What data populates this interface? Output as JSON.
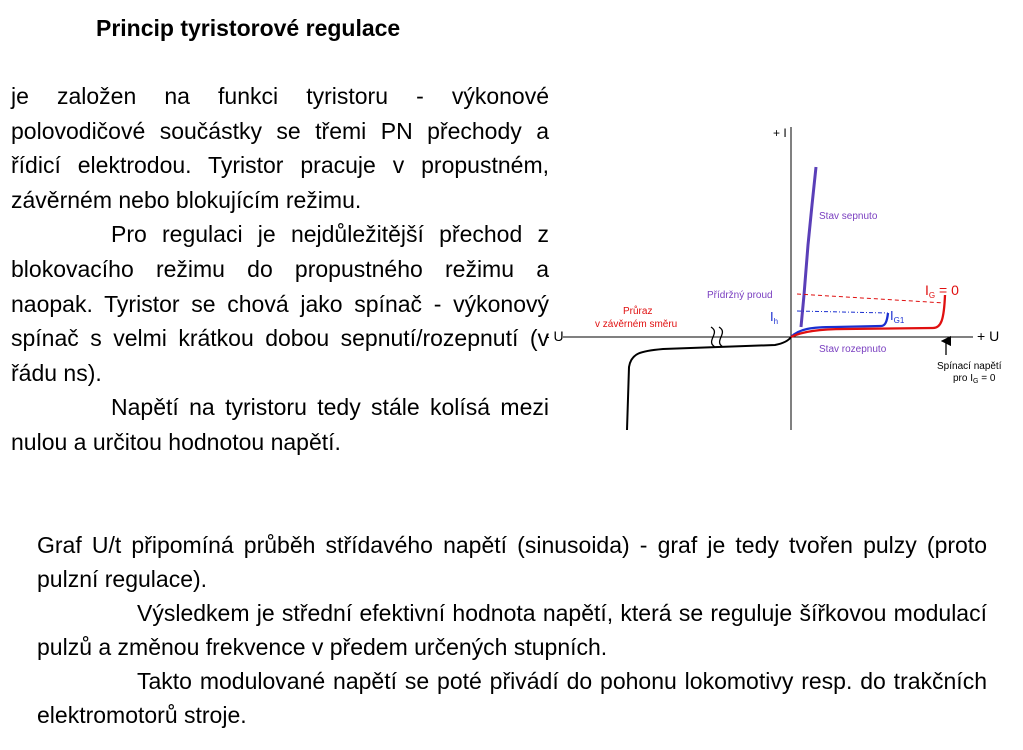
{
  "title": "Princip tyristorové regulace",
  "paragraphs": [
    "je založen na funkci tyristoru - výkonové polovodičové součástky se třemi PN přechody a řídicí elektrodou. Tyristor pracuje v propustném, závěrném nebo blokujícím režimu.",
    "Pro regulaci je nejdůležitější přechod z blokovacího režimu do propustného režimu a naopak. Tyristor se chová jako spínač - výkonový spínač s velmi krátkou dobou sepnutí/rozepnutí (v řádu ns).",
    "Napětí na tyristoru tedy stále kolísá mezi nulou a určitou hodnotou napětí."
  ],
  "bottom_paragraphs": [
    "Graf U/t připomíná průběh střídavého napětí (sinusoida) - graf je tedy tvořen pulzy (proto pulzní regulace).",
    "Výsledkem je střední efektivní hodnota napětí, která se reguluje šířkovou modulací pulzů a změnou frekvence v předem určených stupních.",
    "Takto modulované napětí se poté přivádí do pohonu lokomotivy resp. do trakčních elektromotorů stroje."
  ],
  "diagram": {
    "axis_y_label": "+ I",
    "axis_x_pos_label": "+ U",
    "axis_x_neg_label": "- U",
    "stav_sepnuto": "Stav sepnuto",
    "stav_rozepnuto": "Stav rozepnuto",
    "pridrzny_proud": "Přídržný proud",
    "pruraz_line1": "Průraz",
    "pruraz_line2": "v závěrném směru",
    "ig0_label": "I",
    "ig0_sub": "G",
    "ig0_rest": " = 0",
    "ig1_label": "I",
    "ig1_sub": "G1",
    "ih_label": "I",
    "ih_sub": "h",
    "spinaci_line1": "Spínací napětí",
    "spinaci_line2_a": "pro I",
    "spinaci_line2_sub": "G",
    "spinaci_line2_b": " = 0",
    "colors": {
      "on_state": "#5a3fb8",
      "ig0_curve": "#e01010",
      "ig1_curve": "#1a2fd0",
      "label_purple": "#7a3fc0",
      "label_red": "#e01010",
      "label_blue": "#1a2fd0"
    }
  }
}
